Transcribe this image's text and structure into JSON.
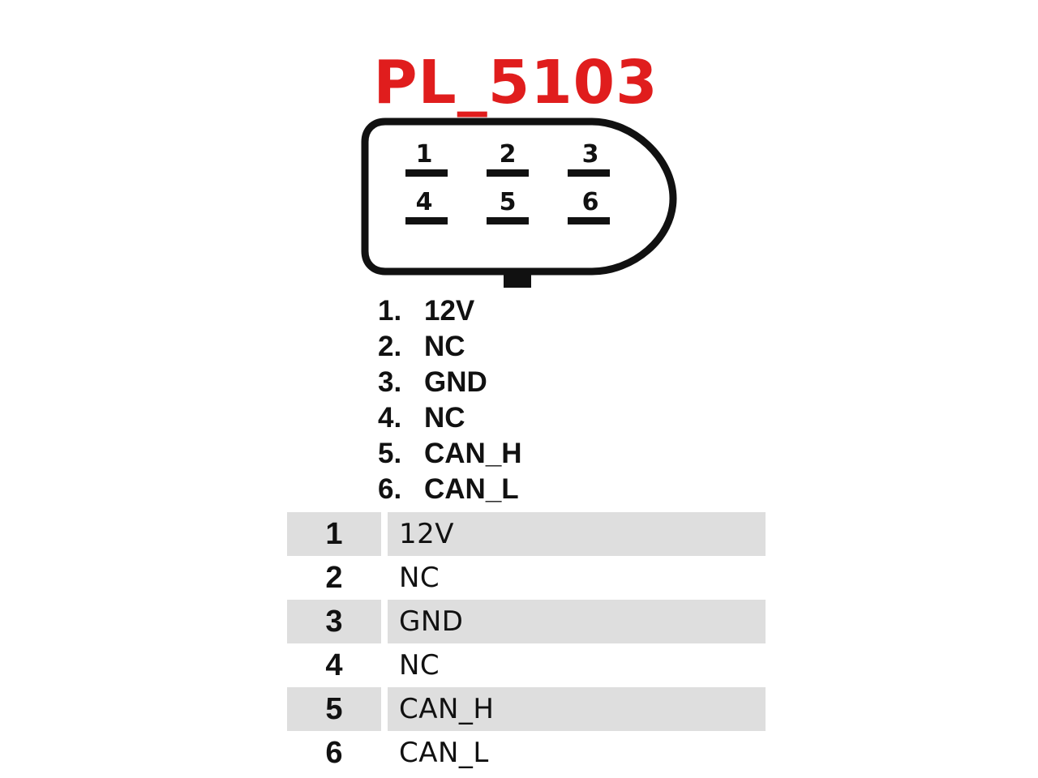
{
  "title": "PL_5103",
  "colors": {
    "title": "#e01d1d",
    "outline": "#111111",
    "row_shade": "#dedede"
  },
  "connector": {
    "pins": [
      "1",
      "2",
      "3",
      "4",
      "5",
      "6"
    ]
  },
  "pin_list": [
    {
      "num": "1.",
      "signal": "12V"
    },
    {
      "num": "2.",
      "signal": "NC"
    },
    {
      "num": "3.",
      "signal": "GND"
    },
    {
      "num": "4.",
      "signal": "NC"
    },
    {
      "num": "5.",
      "signal": "CAN_H"
    },
    {
      "num": "6.",
      "signal": "CAN_L"
    }
  ],
  "pin_table": [
    {
      "num": "1",
      "signal": "12V"
    },
    {
      "num": "2",
      "signal": "NC"
    },
    {
      "num": "3",
      "signal": "GND"
    },
    {
      "num": "4",
      "signal": "NC"
    },
    {
      "num": "5",
      "signal": "CAN_H"
    },
    {
      "num": "6",
      "signal": "CAN_L"
    }
  ]
}
